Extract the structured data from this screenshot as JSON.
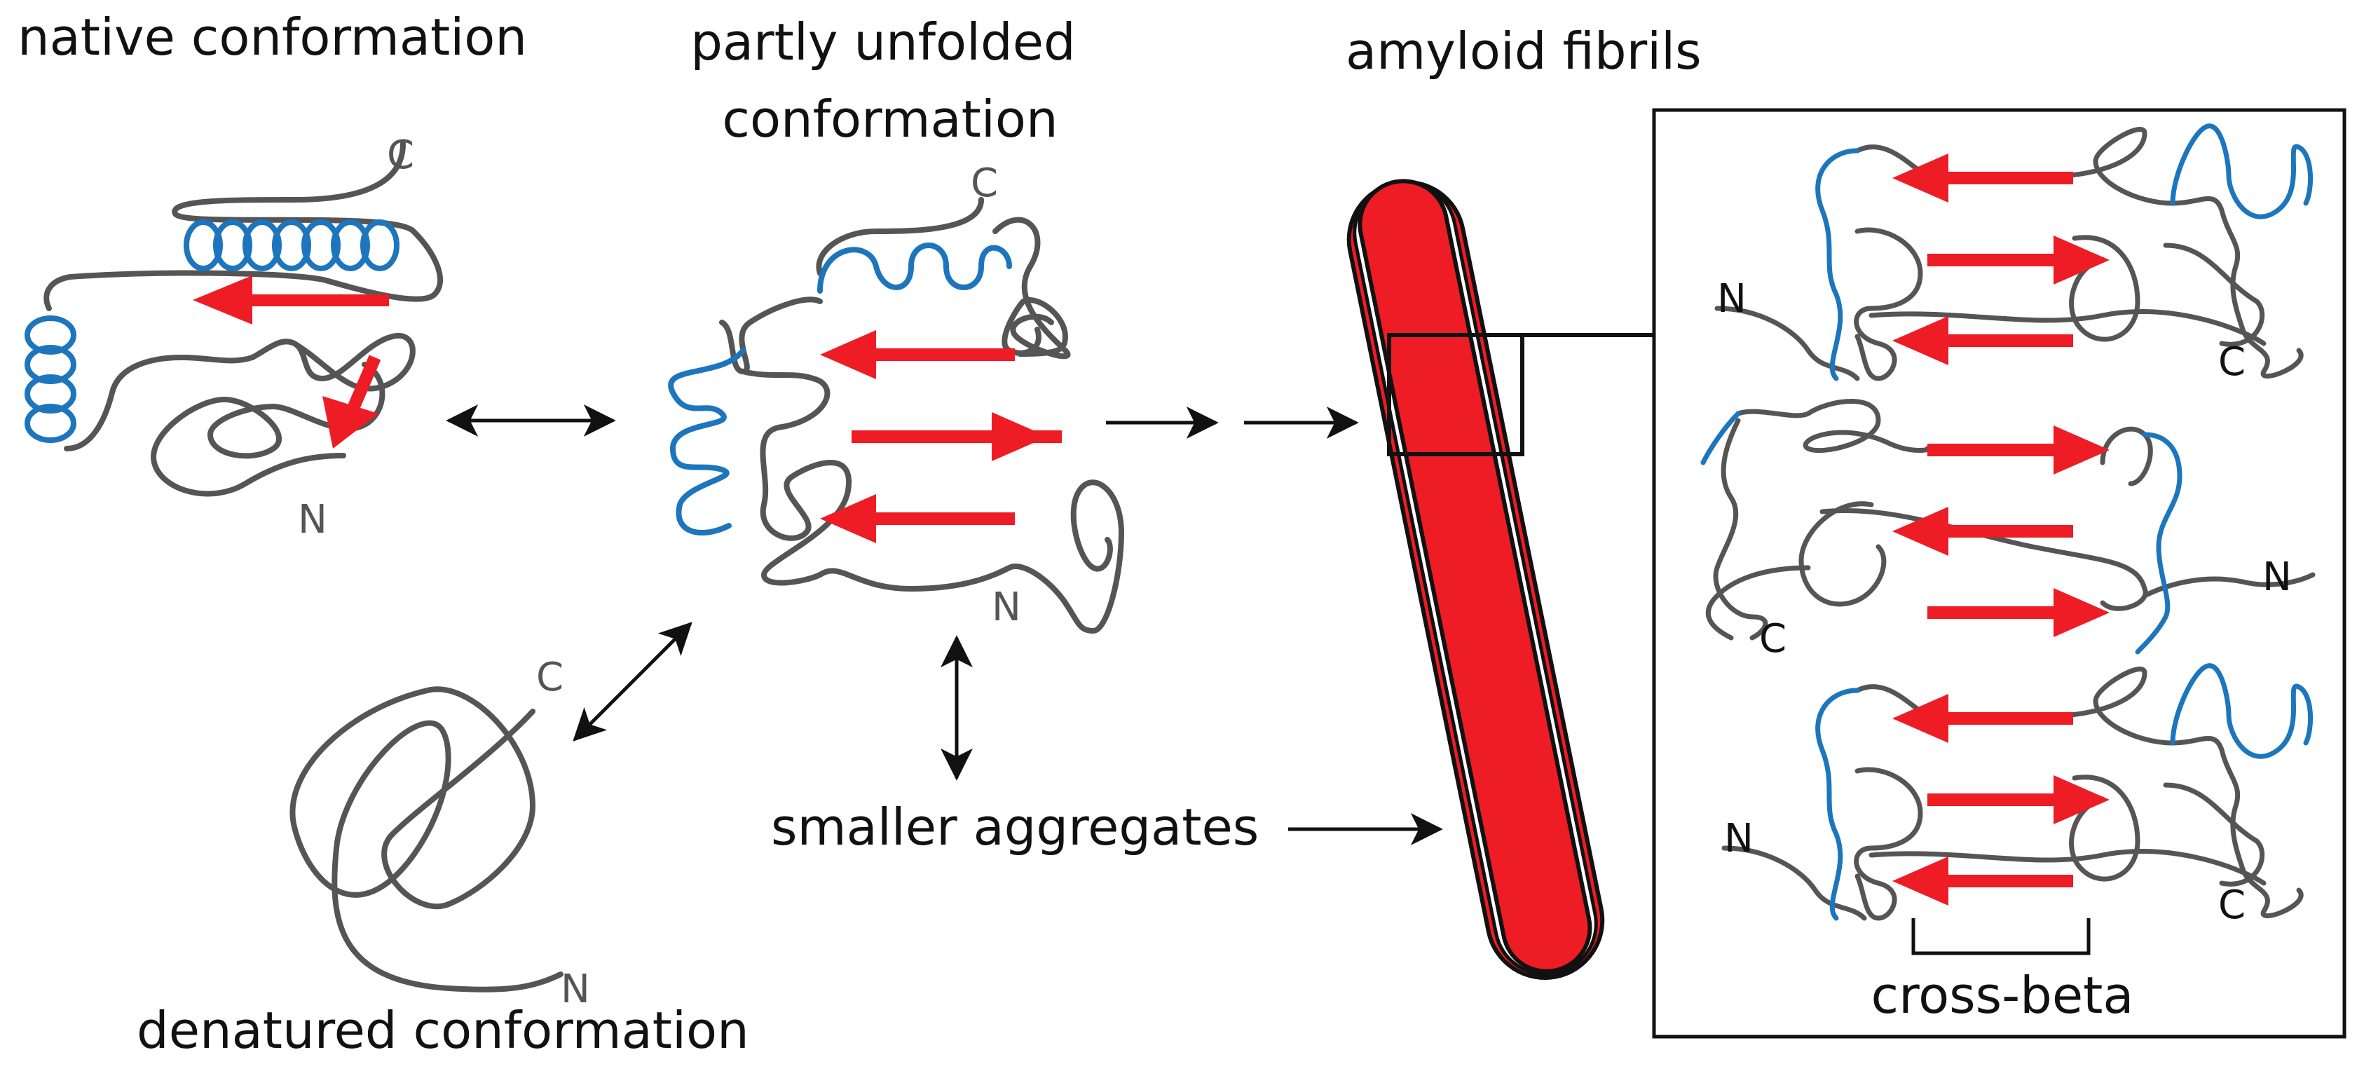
{
  "labels": {
    "native": "native conformation",
    "partly_line1": "partly unfolded",
    "partly_line2": "conformation",
    "amyloid": "amyloid fibrils",
    "denatured": "denatured conformation",
    "smaller": "smaller aggregates",
    "crossbeta": "cross-beta"
  },
  "termini": {
    "native_c": "C",
    "native_n": "N",
    "partly_c": "C",
    "partly_n": "N",
    "denat_c": "C",
    "denat_n": "N",
    "sheet1_n": "N",
    "sheet1_c": "C",
    "sheet2_c": "C",
    "sheet2_n": "N",
    "sheet3_n": "N",
    "sheet3_c": "C"
  },
  "colors": {
    "coil": "#555555",
    "helix": "#1d76bd",
    "strand": "#ee1c25",
    "arrow": "#111111",
    "fibril_fill": "#ee1c25"
  }
}
